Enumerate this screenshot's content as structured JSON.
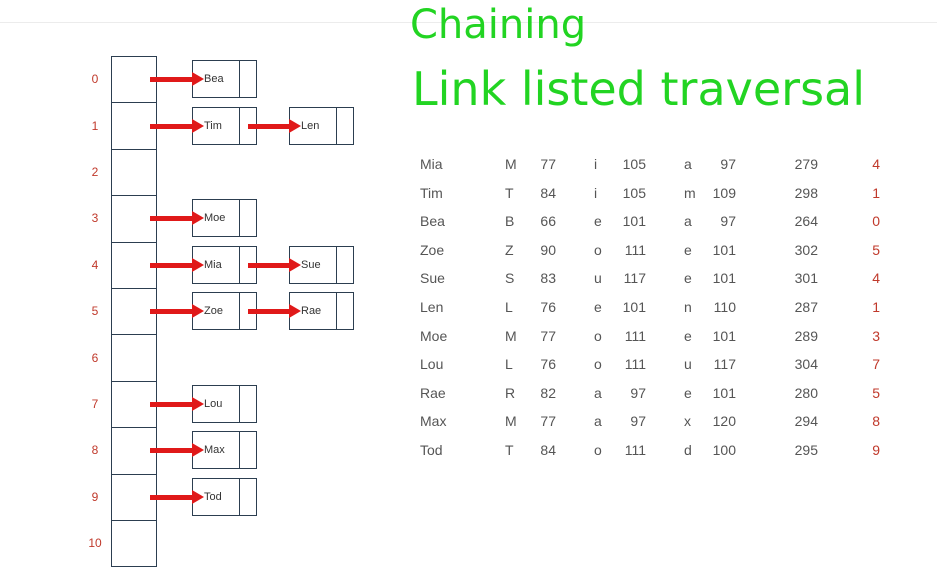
{
  "titles": {
    "line1": "Chaining",
    "line2": "Link listed traversal"
  },
  "colors": {
    "arrow": "#e01919",
    "index_text": "#c0392b",
    "handwriting": "#22d422",
    "bucket_text": "#c0392b"
  },
  "hash_table": {
    "indices": [
      "0",
      "1",
      "2",
      "3",
      "4",
      "5",
      "6",
      "7",
      "8",
      "9",
      "10"
    ],
    "chains": [
      [
        "Bea"
      ],
      [
        "Tim",
        "Len"
      ],
      [],
      [
        "Moe"
      ],
      [
        "Mia",
        "Sue"
      ],
      [
        "Zoe",
        "Rae"
      ],
      [],
      [
        "Lou"
      ],
      [
        "Max"
      ],
      [
        "Tod"
      ],
      []
    ]
  },
  "table": {
    "rows": [
      {
        "name": "Mia",
        "c1": "M",
        "v1": "77",
        "c2": "i",
        "v2": "105",
        "c3": "a",
        "v3": "97",
        "sum": "279",
        "bucket": "4"
      },
      {
        "name": "Tim",
        "c1": "T",
        "v1": "84",
        "c2": "i",
        "v2": "105",
        "c3": "m",
        "v3": "109",
        "sum": "298",
        "bucket": "1"
      },
      {
        "name": "Bea",
        "c1": "B",
        "v1": "66",
        "c2": "e",
        "v2": "101",
        "c3": "a",
        "v3": "97",
        "sum": "264",
        "bucket": "0"
      },
      {
        "name": "Zoe",
        "c1": "Z",
        "v1": "90",
        "c2": "o",
        "v2": "111",
        "c3": "e",
        "v3": "101",
        "sum": "302",
        "bucket": "5"
      },
      {
        "name": "Sue",
        "c1": "S",
        "v1": "83",
        "c2": "u",
        "v2": "117",
        "c3": "e",
        "v3": "101",
        "sum": "301",
        "bucket": "4"
      },
      {
        "name": "Len",
        "c1": "L",
        "v1": "76",
        "c2": "e",
        "v2": "101",
        "c3": "n",
        "v3": "110",
        "sum": "287",
        "bucket": "1"
      },
      {
        "name": "Moe",
        "c1": "M",
        "v1": "77",
        "c2": "o",
        "v2": "111",
        "c3": "e",
        "v3": "101",
        "sum": "289",
        "bucket": "3"
      },
      {
        "name": "Lou",
        "c1": "L",
        "v1": "76",
        "c2": "o",
        "v2": "111",
        "c3": "u",
        "v3": "117",
        "sum": "304",
        "bucket": "7"
      },
      {
        "name": "Rae",
        "c1": "R",
        "v1": "82",
        "c2": "a",
        "v2": "97",
        "c3": "e",
        "v3": "101",
        "sum": "280",
        "bucket": "5"
      },
      {
        "name": "Max",
        "c1": "M",
        "v1": "77",
        "c2": "a",
        "v2": "97",
        "c3": "x",
        "v3": "120",
        "sum": "294",
        "bucket": "8"
      },
      {
        "name": "Tod",
        "c1": "T",
        "v1": "84",
        "c2": "o",
        "v2": "111",
        "c3": "d",
        "v3": "100",
        "sum": "295",
        "bucket": "9"
      }
    ]
  }
}
